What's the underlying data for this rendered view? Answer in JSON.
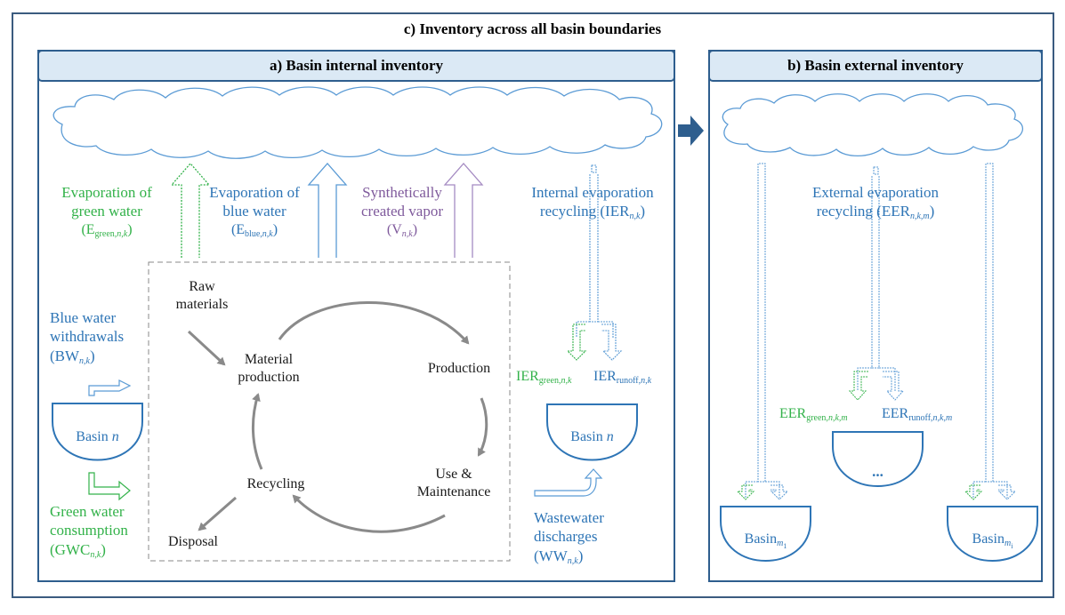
{
  "colors": {
    "frame": "#3b5b7f",
    "header_fill": "#dbe9f5",
    "cloud": "#5b9bd5",
    "green": "#33b24a",
    "blue": "#2e75b6",
    "purple": "#7f5a9c",
    "gray": "#8a8a8a"
  },
  "outer_title": "c) Inventory across all basin boundaries",
  "panel_a": {
    "title": "a) Basin internal inventory",
    "evap_green": {
      "line1": "Evaporation of",
      "line2": "green water",
      "line3": "(E",
      "sub": "green,",
      "sub_it": "n,k",
      "close": ")"
    },
    "evap_blue": {
      "line1": "Evaporation of",
      "line2": "blue water",
      "line3": "(E",
      "sub": "blue,",
      "sub_it": "n,k",
      "close": ")"
    },
    "vapor": {
      "line1": "Synthetically",
      "line2": "created vapor",
      "line3": "(V",
      "sub_it": "n,k",
      "close": ")"
    },
    "ier": {
      "line1": "Internal evaporation",
      "line2": "recycling (IER",
      "sub_it": "n,k",
      "close": ")"
    },
    "bw": {
      "line1": "Blue water",
      "line2": "withdrawals",
      "line3": "(BW",
      "sub_it": "n,k",
      "close": ")"
    },
    "gwc": {
      "line1": "Green water",
      "line2": "consumption",
      "line3": "(GWC",
      "sub_it": "n,k",
      "close": ")"
    },
    "basin_left": {
      "text": "Basin ",
      "it": "n"
    },
    "basin_right": {
      "text": "Basin ",
      "it": "n"
    },
    "ier_green": {
      "text": "IER",
      "sub": "green,",
      "sub_it": "n,k"
    },
    "ier_runoff": {
      "text": "IER",
      "sub": "runoff,",
      "sub_it": "n,k"
    },
    "ww": {
      "line1": "Wastewater",
      "line2": "discharges",
      "line3": "(WW",
      "sub_it": "n,k",
      "close": ")"
    },
    "cycle": {
      "raw_1": "Raw",
      "raw_2": "materials",
      "material_1": "Material",
      "material_2": "production",
      "production": "Production",
      "use_1": "Use &",
      "use_2": "Maintenance",
      "recycling": "Recycling",
      "disposal": "Disposal"
    }
  },
  "panel_b": {
    "title": "b) Basin external inventory",
    "eer": {
      "line1": "External evaporation",
      "line2": "recycling (EER",
      "sub_it": "n,k,m",
      "close": ")"
    },
    "eer_green": {
      "text": "EER",
      "sub": "green,",
      "sub_it": "n,k,m"
    },
    "eer_runoff": {
      "text": "EER",
      "sub": "runoff,",
      "sub_it": "n,k,m"
    },
    "basin_dots": "...",
    "basin_m1": {
      "text": "Basin",
      "sub_it": "m",
      "sub2": "1"
    },
    "basin_mi": {
      "text": "Basin",
      "sub_it": "m",
      "sub2": "i"
    }
  }
}
